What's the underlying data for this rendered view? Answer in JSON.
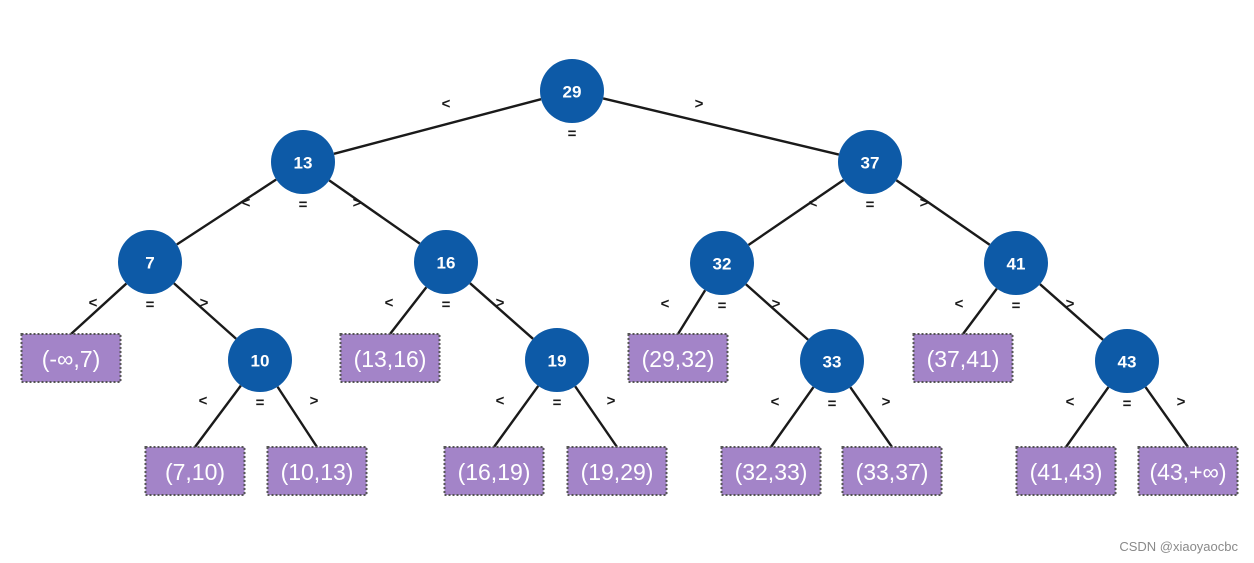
{
  "colors": {
    "node_fill": "#0d5aa7",
    "leaf_fill": "#a384c8",
    "edge": "#1a1a1a"
  },
  "comparisons": {
    "less": "<",
    "equal": "=",
    "greater": ">"
  },
  "nodes": [
    {
      "id": "n29",
      "label": "29"
    },
    {
      "id": "n13",
      "label": "13"
    },
    {
      "id": "n37",
      "label": "37"
    },
    {
      "id": "n7",
      "label": "7"
    },
    {
      "id": "n16",
      "label": "16"
    },
    {
      "id": "n32",
      "label": "32"
    },
    {
      "id": "n41",
      "label": "41"
    },
    {
      "id": "n10",
      "label": "10"
    },
    {
      "id": "n19",
      "label": "19"
    },
    {
      "id": "n33",
      "label": "33"
    },
    {
      "id": "n43",
      "label": "43"
    }
  ],
  "leaves": [
    {
      "id": "l1",
      "label": "(-∞,7)"
    },
    {
      "id": "l2",
      "label": "(7,10)"
    },
    {
      "id": "l3",
      "label": "(10,13)"
    },
    {
      "id": "l4",
      "label": "(13,16)"
    },
    {
      "id": "l5",
      "label": "(16,19)"
    },
    {
      "id": "l6",
      "label": "(19,29)"
    },
    {
      "id": "l7",
      "label": "(29,32)"
    },
    {
      "id": "l8",
      "label": "(32,33)"
    },
    {
      "id": "l9",
      "label": "(33,37)"
    },
    {
      "id": "l10",
      "label": "(37,41)"
    },
    {
      "id": "l11",
      "label": "(41,43)"
    },
    {
      "id": "l12",
      "label": "(43,+∞)"
    }
  ],
  "edges": [
    {
      "from": "n29",
      "to": "n13",
      "dir": "left"
    },
    {
      "from": "n29",
      "to": "n37",
      "dir": "right"
    },
    {
      "from": "n13",
      "to": "n7",
      "dir": "left"
    },
    {
      "from": "n13",
      "to": "n16",
      "dir": "right"
    },
    {
      "from": "n37",
      "to": "n32",
      "dir": "left"
    },
    {
      "from": "n37",
      "to": "n41",
      "dir": "right"
    },
    {
      "from": "n7",
      "to": "l1",
      "dir": "left"
    },
    {
      "from": "n7",
      "to": "n10",
      "dir": "right"
    },
    {
      "from": "n10",
      "to": "l2",
      "dir": "left"
    },
    {
      "from": "n10",
      "to": "l3",
      "dir": "right"
    },
    {
      "from": "n16",
      "to": "l4",
      "dir": "left"
    },
    {
      "from": "n16",
      "to": "n19",
      "dir": "right"
    },
    {
      "from": "n19",
      "to": "l5",
      "dir": "left"
    },
    {
      "from": "n19",
      "to": "l6",
      "dir": "right"
    },
    {
      "from": "n32",
      "to": "l7",
      "dir": "left"
    },
    {
      "from": "n32",
      "to": "n33",
      "dir": "right"
    },
    {
      "from": "n33",
      "to": "l8",
      "dir": "left"
    },
    {
      "from": "n33",
      "to": "l9",
      "dir": "right"
    },
    {
      "from": "n41",
      "to": "l10",
      "dir": "left"
    },
    {
      "from": "n41",
      "to": "n43",
      "dir": "right"
    },
    {
      "from": "n43",
      "to": "l11",
      "dir": "left"
    },
    {
      "from": "n43",
      "to": "l12",
      "dir": "right"
    }
  ],
  "watermark": "CSDN @xiaoyaocbc"
}
